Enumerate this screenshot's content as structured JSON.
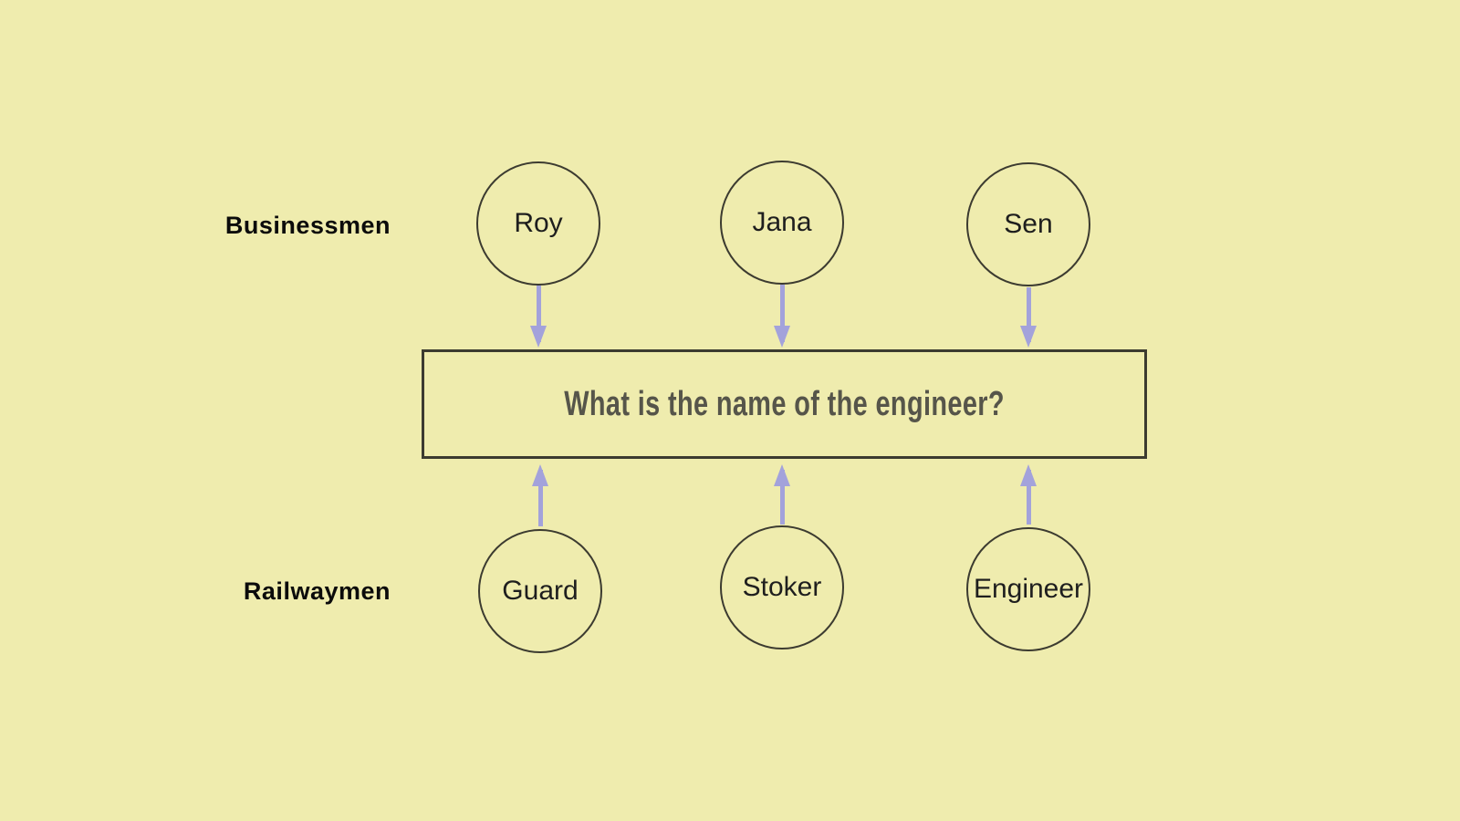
{
  "colors": {
    "background": "#efecae",
    "node_border": "#3c3b30",
    "node_text": "#1e1e1e",
    "group_label_text": "#0b0b0b",
    "box_border": "#3c3b30",
    "question_text": "#56554a",
    "arrow": "#a3a2db"
  },
  "groups": {
    "top": {
      "label": "Businessmen",
      "nodes": [
        "Roy",
        "Jana",
        "Sen"
      ]
    },
    "bottom": {
      "label": "Railwaymen",
      "nodes": [
        "Guard",
        "Stoker",
        "Engineer"
      ]
    }
  },
  "question": {
    "text": "What is the name of the engineer?"
  }
}
